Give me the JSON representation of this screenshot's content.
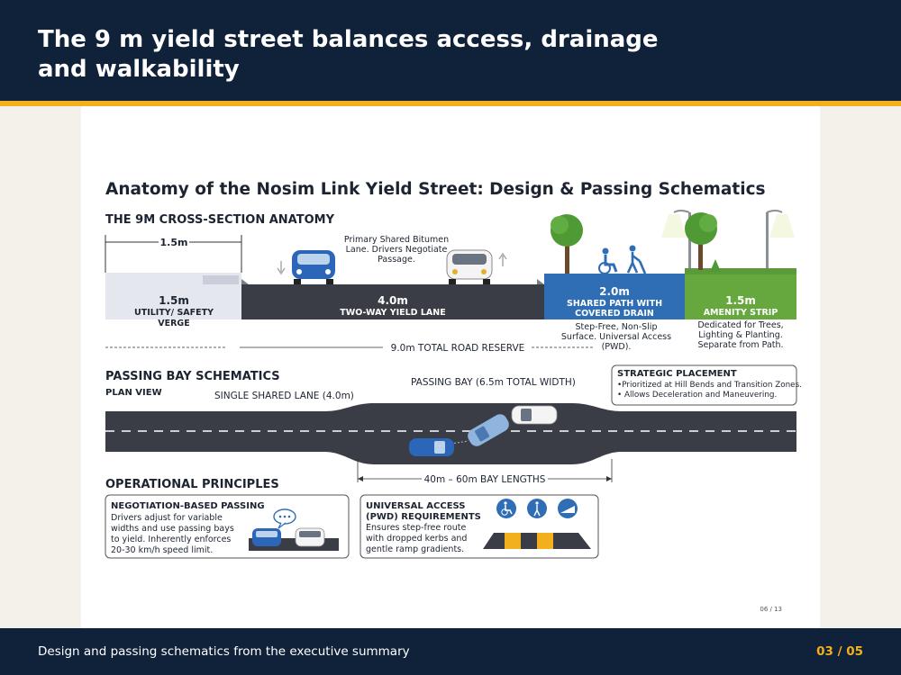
{
  "header": {
    "title": "The 9 m yield street balances access, drainage\nand walkability"
  },
  "footer": {
    "caption": "Design and passing schematics from the executive summary",
    "page": "03 / 05"
  },
  "figure": {
    "title": "Anatomy of the Nosim Link Yield Street: Design & Passing Schematics",
    "cross_section": {
      "heading": "THE 9M CROSS-SECTION ANATOMY",
      "verge_dim": "1.5m",
      "lane_note": [
        "Primary Shared Bitumen",
        "Lane. Drivers Negotiate",
        "Passage."
      ],
      "segments": [
        {
          "width": "1.5m",
          "name": [
            "UTILITY/ SAFETY",
            "VERGE"
          ],
          "color": "#e4e7ed"
        },
        {
          "width": "4.0m",
          "name": [
            "TWO-WAY YIELD LANE"
          ],
          "color": "#3a3d45"
        },
        {
          "width": "2.0m",
          "name": [
            "SHARED PATH WITH",
            "COVERED DRAIN"
          ],
          "color": "#2f6db5"
        },
        {
          "width": "1.5m",
          "name": [
            "AMENITY STRIP"
          ],
          "color": "#66a83e"
        }
      ],
      "path_note": [
        "Step-Free, Non-Slip",
        "Surface. Universal Access",
        "(PWD)."
      ],
      "amenity_note": [
        "Dedicated for Trees,",
        "Lighting & Planting.",
        "Separate from Path."
      ],
      "total": "9.0m TOTAL ROAD RESERVE"
    },
    "passing": {
      "heading": "PASSING BAY SCHEMATICS",
      "plan_label": "PLAN VIEW",
      "lane_label": "SINGLE SHARED LANE (4.0m)",
      "bay_label": "PASSING BAY (6.5m TOTAL WIDTH)",
      "bay_length": "40m – 60m BAY LENGTHS",
      "strategic": {
        "title": "STRATEGIC PLACEMENT",
        "bullets": [
          "•Prioritized at Hill Bends and Transition Zones.",
          "• Allows Deceleration and Maneuvering."
        ]
      }
    },
    "principles": {
      "heading": "OPERATIONAL PRINCIPLES",
      "negotiation": {
        "title": "NEGOTIATION-BASED PASSING",
        "lines": [
          "Drivers adjust for variable",
          "widths and use passing bays",
          "to yield. Inherently enforces",
          "20-30 km/h speed limit."
        ]
      },
      "universal": {
        "title": [
          "UNIVERSAL ACCESS",
          "(PWD) REQUIREMENTS"
        ],
        "lines": [
          "Ensures step-free route",
          "with dropped kerbs and",
          "gentle ramp gradients."
        ]
      }
    },
    "page_mark": "06 / 13"
  },
  "icons": [
    "tree-icon",
    "streetlight-icon",
    "wheelchair-icon",
    "pedestrian-icon",
    "car-icon",
    "speech-bubble-icon",
    "ramp-icon"
  ]
}
